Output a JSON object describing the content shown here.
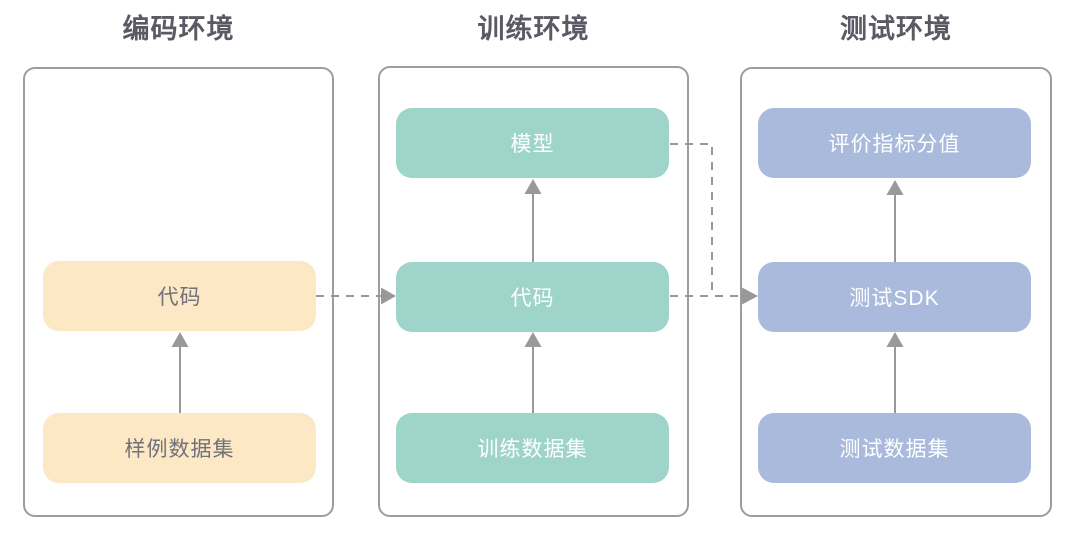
{
  "diagram": {
    "background": "#FFFFFF",
    "panels": [
      {
        "id": "coding-env",
        "title": "编码环境",
        "boxes": [
          {
            "id": "code",
            "label": "代码"
          },
          {
            "id": "sample-dataset",
            "label": "样例数据集"
          }
        ]
      },
      {
        "id": "training-env",
        "title": "训练环境",
        "boxes": [
          {
            "id": "model",
            "label": "模型"
          },
          {
            "id": "code",
            "label": "代码"
          },
          {
            "id": "train-dataset",
            "label": "训练数据集"
          }
        ]
      },
      {
        "id": "testing-env",
        "title": "测试环境",
        "boxes": [
          {
            "id": "metric-score",
            "label": "评价指标分值"
          },
          {
            "id": "test-sdk",
            "label": "测试SDK"
          },
          {
            "id": "test-dataset",
            "label": "测试数据集"
          }
        ]
      }
    ],
    "edges": [
      {
        "from": "coding-env.sample-dataset",
        "to": "coding-env.code",
        "style": "solid",
        "direction": "up"
      },
      {
        "from": "coding-env.code",
        "to": "training-env.code",
        "style": "dashed",
        "direction": "right"
      },
      {
        "from": "training-env.train-dataset",
        "to": "training-env.code",
        "style": "solid",
        "direction": "up"
      },
      {
        "from": "training-env.code",
        "to": "training-env.model",
        "style": "solid",
        "direction": "up"
      },
      {
        "from": "training-env.model",
        "to": "testing-env.test-sdk",
        "style": "dashed",
        "direction": "elbow-right-down"
      },
      {
        "from": "training-env.code",
        "to": "testing-env.test-sdk",
        "style": "dashed",
        "direction": "right"
      },
      {
        "from": "testing-env.test-dataset",
        "to": "testing-env.test-sdk",
        "style": "solid",
        "direction": "up"
      },
      {
        "from": "testing-env.test-sdk",
        "to": "testing-env.metric-score",
        "style": "solid",
        "direction": "up"
      }
    ],
    "colors": {
      "coding_box_fill": "#FCE8C4",
      "coding_box_text": "#71717C",
      "training_box_fill": "#9FD4CB",
      "testing_box_fill": "#A9BADC",
      "box_text_light": "#FFFFFF",
      "panel_border": "#9D9D9D",
      "arrow": "#999999",
      "title_text": "#5A5A64"
    }
  }
}
